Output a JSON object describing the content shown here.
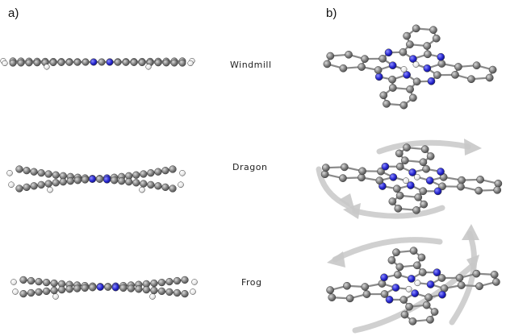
{
  "panel_labels": {
    "a": "a)",
    "b": "b)"
  },
  "rows": [
    {
      "key": "windmill",
      "label": "Windmill"
    },
    {
      "key": "dragon",
      "label": "Dragon"
    },
    {
      "key": "frog",
      "label": "Frog"
    }
  ],
  "colors": {
    "carbon": "#7a7a7a",
    "nitrogen": "#2b2bd6",
    "hydrogen": "#f2f2f2",
    "bond": "#8a8a8a",
    "arrow": "#c8c8c8",
    "text": "#222222"
  }
}
